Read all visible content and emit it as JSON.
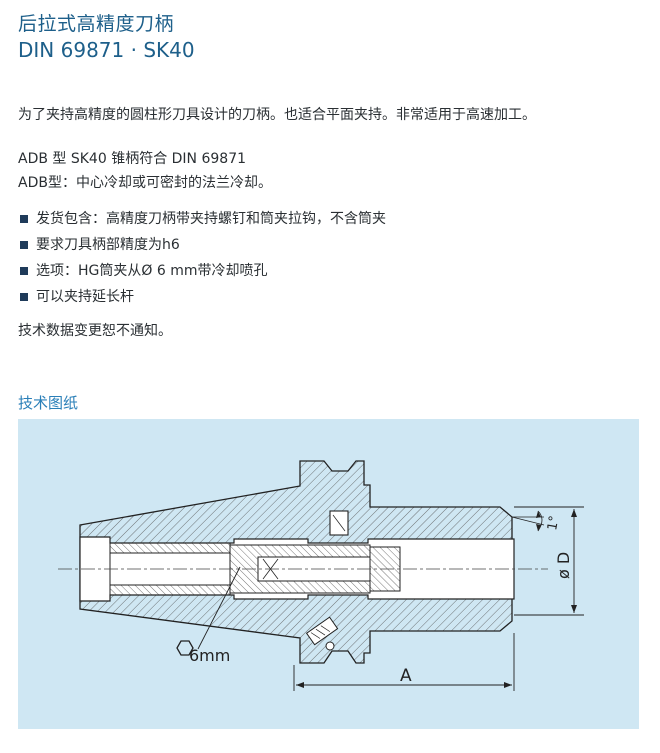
{
  "header": {
    "title": "后拉式高精度刀柄",
    "subtitle": "DIN 69871 · SK40"
  },
  "intro": "为了夹持高精度的圆柱形刀具设计的刀柄。也适合平面夹持。非常适用于高速加工。",
  "adb": {
    "line1": "ADB 型 SK40 锥柄符合 DIN 69871",
    "line2": "ADB型：中心冷却或可密封的法兰冷却。"
  },
  "features": [
    "发货包含：高精度刀柄带夹持螺钉和筒夹拉钩，不含筒夹",
    "要求刀具柄部精度为h6",
    "选项：HG筒夹从Ø 6 mm带冷却喷孔",
    "可以夹持延长杆"
  ],
  "notice": "技术数据变更恕不通知。",
  "drawing": {
    "section_title": "技术图纸",
    "hex_label": "6mm",
    "dim_a": "A",
    "dim_d": "ø D",
    "angle": "1°",
    "colors": {
      "background": "#cfe7f3",
      "line": "#333333",
      "hatch": "#555555"
    }
  }
}
